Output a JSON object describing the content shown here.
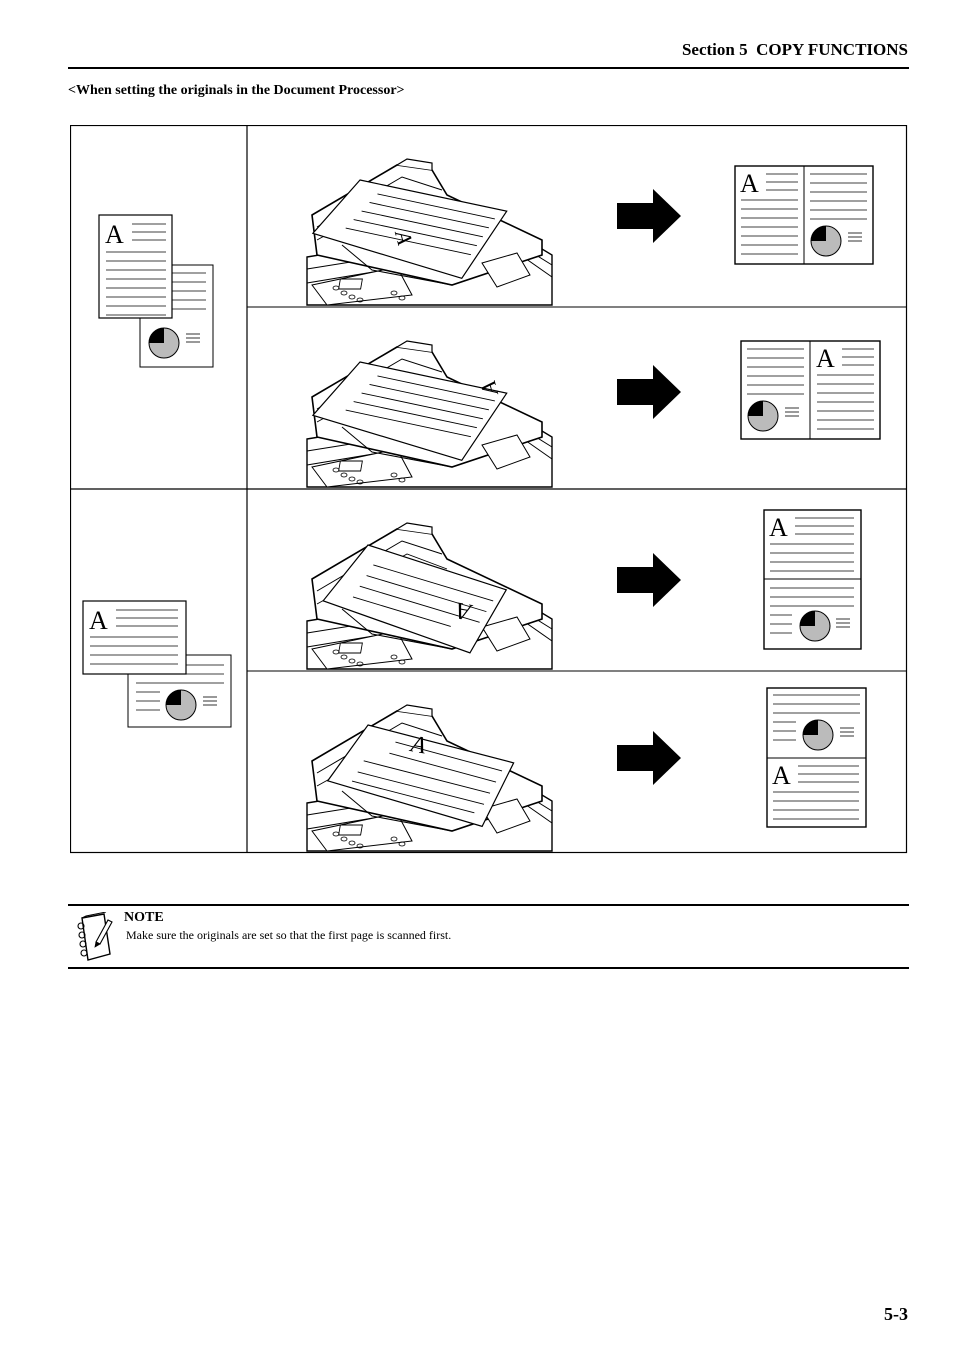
{
  "header": {
    "section_title": "Section 5  COPY FUNCTIONS"
  },
  "subheading": "<When setting the originals in the Document Processor>",
  "figure": {
    "page_letter": "A"
  },
  "note": {
    "label": "NOTE",
    "text": "Make sure the originals are set so that the first page is scanned first."
  },
  "page_number": "5-3"
}
